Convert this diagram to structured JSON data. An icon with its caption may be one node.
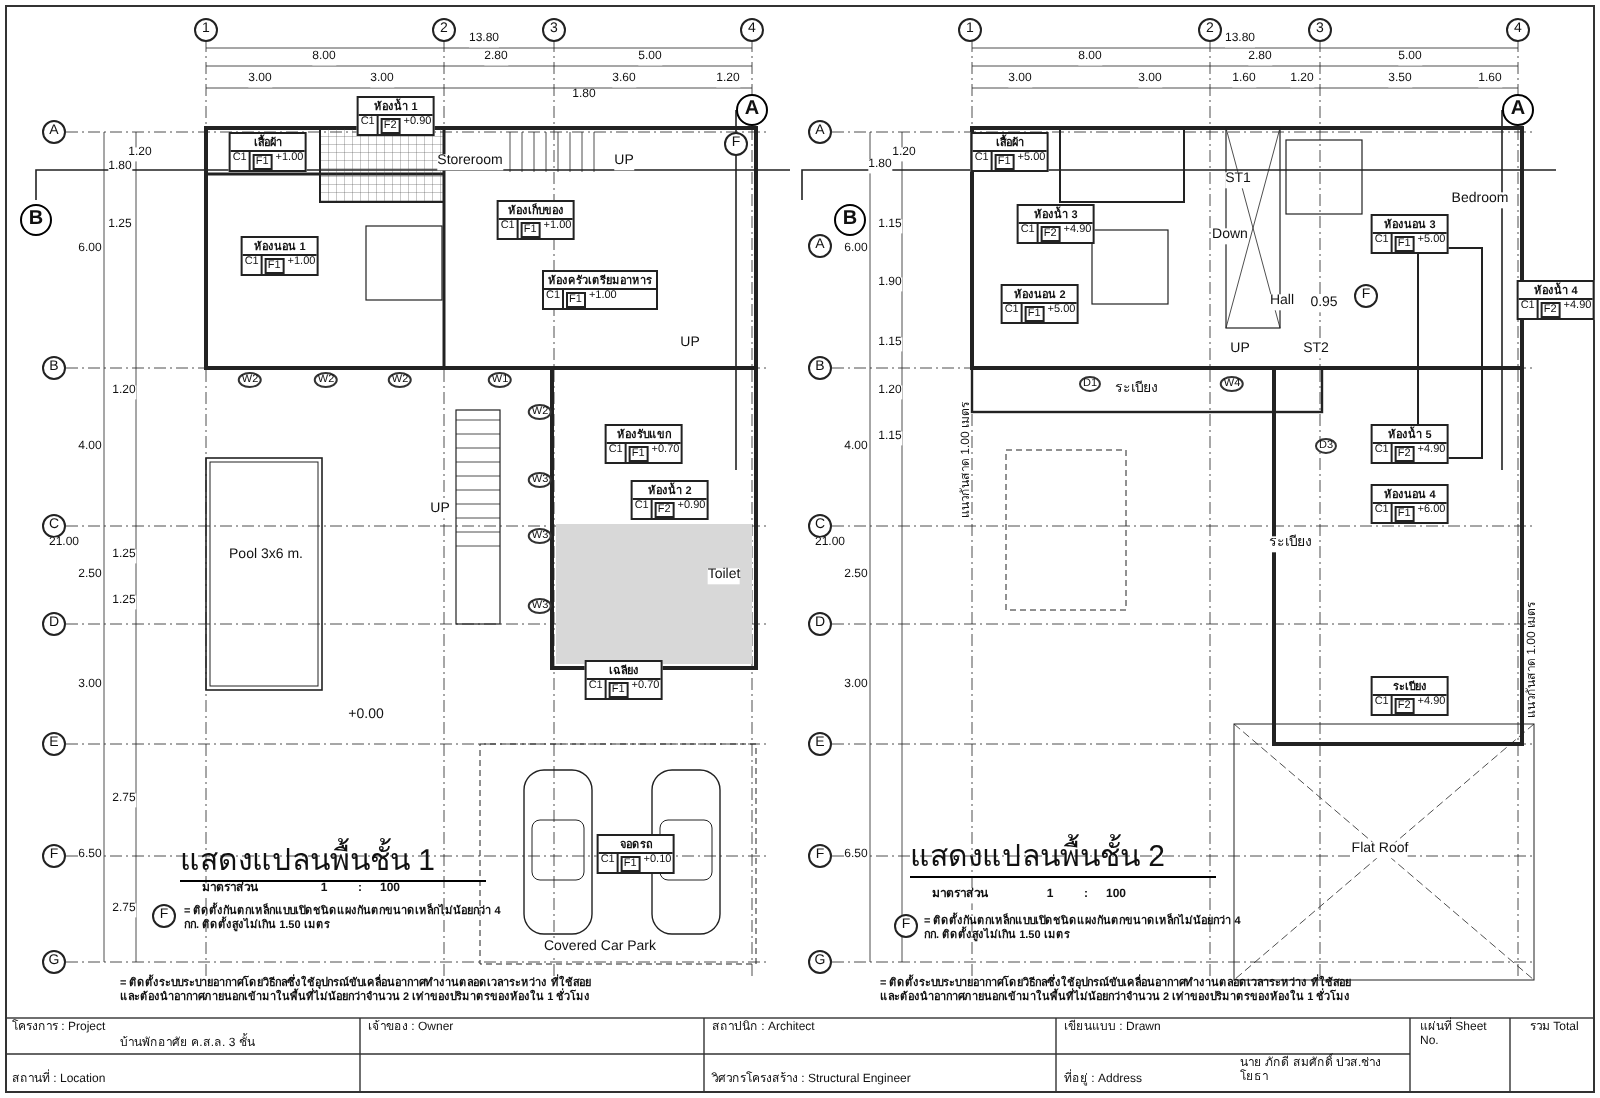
{
  "diagram": {
    "nodes": [
      {
        "text": [
          "ห้องน้ำ 1",
          "C1",
          "F2",
          "+0.90"
        ]
      },
      {
        "text": [
          "เสื้อผ้า",
          "C1",
          "F1",
          "+1.00"
        ]
      },
      {
        "text": [
          "ห้องเก็บของ",
          "C1",
          "F1",
          "+1.00"
        ]
      },
      {
        "text": [
          "ห้องนอน 1",
          "C1",
          "F1",
          "+1.00"
        ]
      },
      {
        "text": [
          "ห้องครัวเตรียมอาหาร",
          "C1",
          "F1",
          "+1.00"
        ]
      },
      {
        "text": [
          "ห้องรับแขก",
          "C1",
          "F1",
          "+0.70"
        ]
      },
      {
        "text": [
          "ห้องน้ำ 2",
          "C1",
          "F2",
          "+0.90"
        ]
      },
      {
        "text": [
          "เฉลียง",
          "C1",
          "F1",
          "+0.70"
        ]
      },
      {
        "text": [
          "จอดรถ",
          "C1",
          "F1",
          "+0.10"
        ]
      },
      {
        "text": [
          "เสื้อผ้า",
          "C1",
          "F1",
          "+5.00"
        ]
      },
      {
        "text": [
          "ห้องน้ำ 3",
          "C1",
          "F2",
          "+4.90"
        ]
      },
      {
        "text": [
          "ห้องนอน 3",
          "C1",
          "F1",
          "+5.00"
        ]
      },
      {
        "text": [
          "ห้องนอน 2",
          "C1",
          "F1",
          "+5.00"
        ]
      },
      {
        "text": [
          "ห้องน้ำ 4",
          "C1",
          "F2",
          "+4.90"
        ]
      },
      {
        "text": [
          "ห้องน้ำ 5",
          "C1",
          "F2",
          "+4.90"
        ]
      },
      {
        "text": [
          "ห้องนอน 4",
          "C1",
          "F1",
          "+6.00"
        ]
      },
      {
        "text": [
          "ระเบียง",
          "C1",
          "F2",
          "+4.90"
        ]
      }
    ],
    "edges": [],
    "labels": [
      "1",
      "2",
      "3",
      "4",
      "13.80",
      "8.00",
      "2.80",
      "5.00",
      "3.00",
      "3.00",
      "1.80",
      "3.60",
      "1.20",
      "A",
      "A",
      "1.20",
      "1.80",
      "F",
      "Storeroom",
      "UP",
      "B",
      "1.25",
      "6.00",
      "UP",
      "B",
      "W2",
      "W2",
      "W2",
      "W1",
      "1.20",
      "W2",
      "4.00",
      "W3",
      "UP",
      "C",
      "W3",
      "21.00",
      "1.25",
      "Pool 3x6 m.",
      "2.50",
      "Toilet",
      "1.25",
      "W3",
      "D",
      "3.00",
      "+0.00",
      "E",
      "2.75",
      "แสดงแปลนพื้นชั้น 1",
      "F",
      "6.50",
      "มาตราส่วน",
      "1",
      ":",
      "100",
      "F",
      "= ติดตั้งกันตกเหล็กแบบเปิดชนิดแผงกันตกขนาดเหล็กไม่น้อยกว่า 4 กก. ติดตั้งสูงไม่เกิน 1.50 เมตร",
      "2.75",
      "Covered Car Park",
      "G",
      "= ติดตั้งระบบระบายอากาศโดยวิธีกลซึ่งใช้อุปกรณ์ขับเคลื่อนอากาศทำงานตลอดเวลาระหว่าง ที่ใช้สอย และต้องนำอากาศภายนอกเข้ามาในพื้นที่ไม่น้อยกว่าจำนวน 2 เท่าของปริมาตรของห้องใน 1 ชั่วโมง",
      "1",
      "2",
      "3",
      "4",
      "13.80",
      "8.00",
      "2.80",
      "5.00",
      "3.00",
      "3.00",
      "1.60",
      "1.20",
      "3.50",
      "1.60",
      "A",
      "A",
      "1.20",
      "1.80",
      "ST1",
      "Bedroom",
      "B",
      "1.15",
      "6.00",
      "Down",
      "A",
      "1.90",
      "F",
      "Hall",
      "0.95",
      "1.15",
      "UP",
      "ST2",
      "B",
      "D1",
      "ระเบียง",
      "W4",
      "1.20",
      "D3",
      "1.15",
      "4.00",
      "แนวกันสาด 1.00 เมตร",
      "C",
      "21.00",
      "ระเบียง",
      "2.50",
      "D",
      "แนวกันสาด 1.00 เมตร",
      "3.00",
      "E",
      "Flat Roof",
      "แสดงแปลนพื้นชั้น 2",
      "F",
      "6.50",
      "มาตราส่วน",
      "1",
      ":",
      "100",
      "F",
      "= ติดตั้งกันตกเหล็กแบบเปิดชนิดแผงกันตกขนาดเหล็กไม่น้อยกว่า 4 กก. ติดตั้งสูงไม่เกิน 1.50 เมตร",
      "G",
      "= ติดตั้งระบบระบายอากาศโดยวิธีกลซึ่งใช้อุปกรณ์ขับเคลื่อนอากาศทำงานตลอดเวลาระหว่าง ที่ใช้สอย และต้องนำอากาศภายนอกเข้ามาในพื้นที่ไม่น้อยกว่าจำนวน 2 เท่าของปริมาตรของห้องใน 1 ชั่วโมง",
      "โครงการ : Project",
      "เจ้าของ : Owner",
      "สถาปนิก : Architect",
      "เขียนแบบ : Drawn",
      "แผ่นที่ Sheet No.",
      "รวม Total",
      "บ้านพักอาศัย ค.ส.ล. 3 ชั้น",
      "นาย ภักดี สมศักดิ์ ปวส.ช่างโยธา",
      "สถานที่ : Location",
      "วิศวกรโครงสร้าง : Structural Engineer",
      "ที่อยู่ : Address"
    ]
  }
}
